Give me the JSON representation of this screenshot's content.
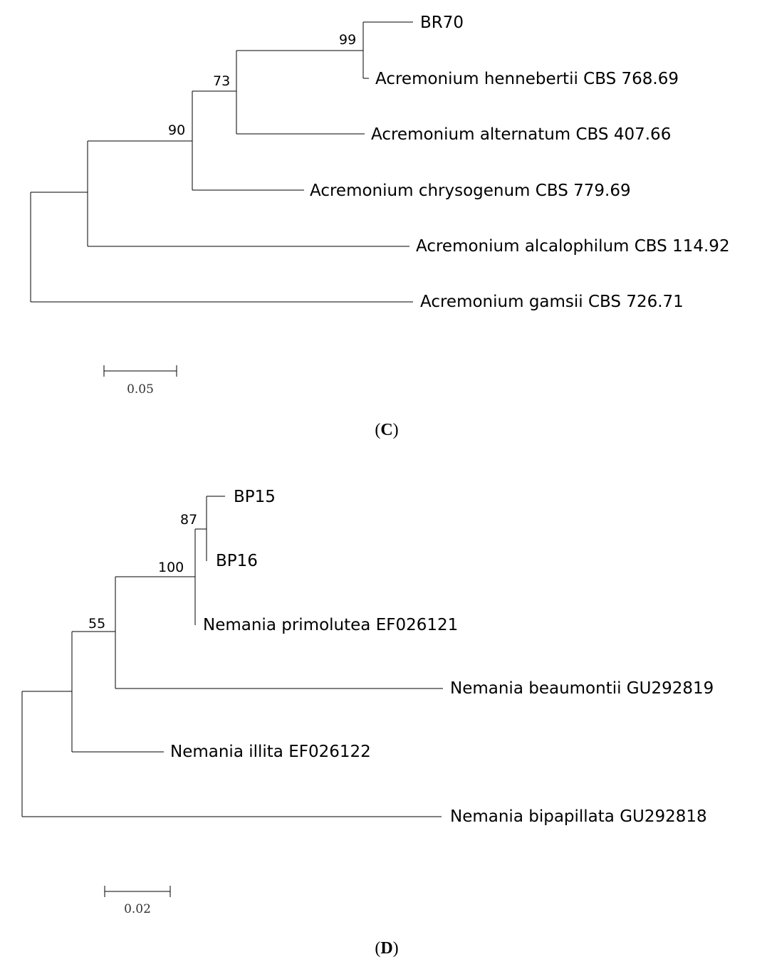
{
  "panels": [
    {
      "label": "C",
      "taxa": {
        "br70": "BR70",
        "hennebertii": "Acremonium hennebertii CBS 768.69",
        "alternatum": "Acremonium alternatum CBS 407.66",
        "chrysogenum": "Acremonium chrysogenum CBS 779.69",
        "alcalophilum": "Acremonium alcalophilum CBS 114.92",
        "gamsii": "Acremonium gamsii CBS 726.71"
      },
      "bootstrap": {
        "n1": "99",
        "n2": "73",
        "n3": "90"
      },
      "scale_bar": {
        "value": 0.05,
        "label": "0.05"
      }
    },
    {
      "label": "D",
      "taxa": {
        "bp15": "BP15",
        "bp16": "BP16",
        "primolutea": "Nemania primolutea EF026121",
        "beaumontii": "Nemania beaumontii GU292819",
        "illita": "Nemania illita EF026122",
        "bipapillata": "Nemania bipapillata GU292818"
      },
      "bootstrap": {
        "n1": "87",
        "n2": "100",
        "n3": "55"
      },
      "scale_bar": {
        "value": 0.02,
        "label": "0.02"
      }
    }
  ]
}
